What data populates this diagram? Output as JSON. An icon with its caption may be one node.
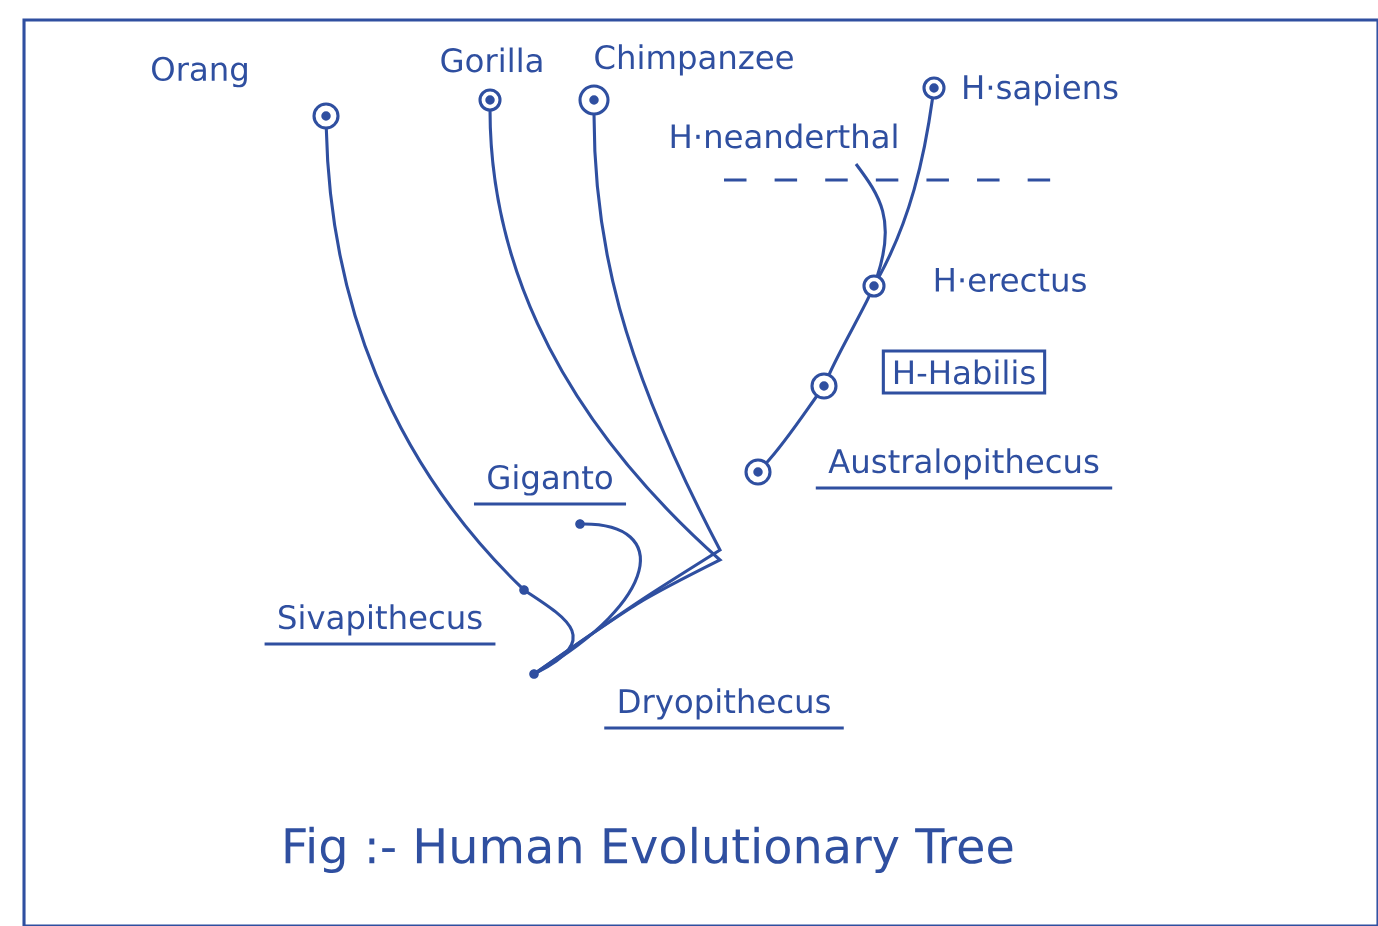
{
  "diagram": {
    "caption": "Fig :- Human Evolutionary Tree",
    "nodes": [
      {
        "text": [
          "Orang"
        ]
      },
      {
        "text": [
          "Gorilla"
        ]
      },
      {
        "text": [
          "Chimpanzee"
        ]
      },
      {
        "text": [
          "H·sapiens"
        ]
      },
      {
        "text": [
          "H·neanderthal"
        ]
      },
      {
        "text": [
          "H·erectus"
        ]
      },
      {
        "text": [
          "H-Habilis"
        ]
      },
      {
        "text": [
          "Australopithecus"
        ]
      },
      {
        "text": [
          "Giganto"
        ]
      },
      {
        "text": [
          "Sivapithecus"
        ]
      },
      {
        "text": [
          "Dryopithecus"
        ]
      }
    ],
    "edges": [
      {
        "from": 10,
        "to": 9,
        "arrow": "none"
      },
      {
        "from": 9,
        "to": 0,
        "arrow": "none"
      },
      {
        "from": 10,
        "to": 8,
        "arrow": "none"
      },
      {
        "from": 10,
        "to": 1,
        "arrow": "none"
      },
      {
        "from": 10,
        "to": 2,
        "arrow": "none"
      },
      {
        "from": 7,
        "to": 6,
        "arrow": "none"
      },
      {
        "from": 6,
        "to": 5,
        "arrow": "none"
      },
      {
        "from": 5,
        "to": 3,
        "arrow": "none"
      },
      {
        "from": 5,
        "to": 4,
        "arrow": "none"
      }
    ]
  }
}
